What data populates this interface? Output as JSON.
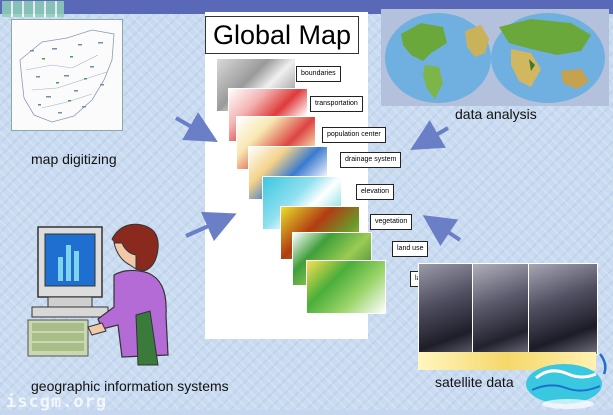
{
  "title": "Global Map",
  "labels": {
    "map_digitizing": "map digitizing",
    "data_analysis": "data analysis",
    "gis": "geographic information systems",
    "satellite": "satellite data"
  },
  "layers": [
    "boundaries",
    "transportation",
    "population center",
    "drainage system",
    "elevation",
    "vegetation",
    "land use",
    "land cover"
  ],
  "watermark": "iscgm.org",
  "colors": {
    "background": "#c9dbf0",
    "topbar": "#5a68b8",
    "arrow": "#6b7fc7",
    "shirt": "#b46bd6",
    "hair": "#8a2a1e",
    "ocean": "#6fb0e0",
    "land": "#6aa83c"
  }
}
